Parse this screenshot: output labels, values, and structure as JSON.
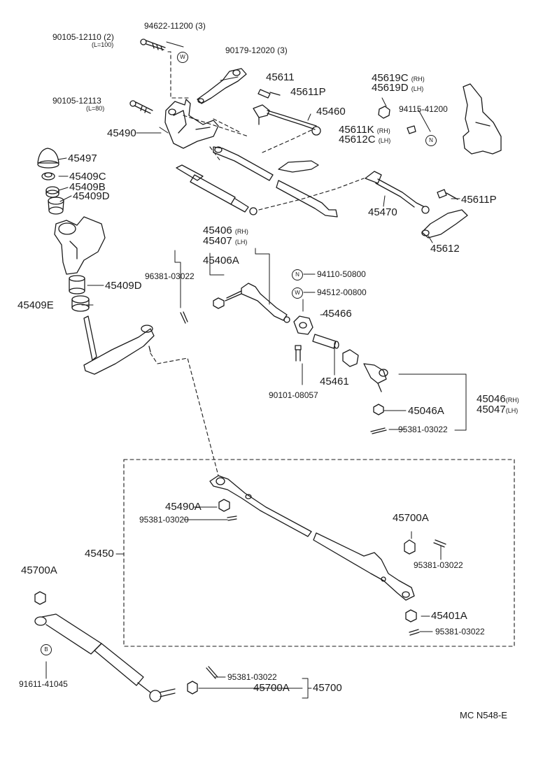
{
  "symbols": {
    "w": "W",
    "n": "N",
    "b": "B"
  },
  "parts": {
    "p90105_12110": {
      "num": "90105-12110 (2)",
      "sub": "(L=100)"
    },
    "p94622": "94622-11200 (3)",
    "p90179": "90179-12020 (3)",
    "p45611": "45611",
    "p45611P_a": "45611P",
    "p90105_12113": {
      "num": "90105-12113",
      "sub": "(L=80)"
    },
    "p45460": "45460",
    "p45619C": {
      "num": "45619C",
      "tag": "(RH)"
    },
    "p45619D": {
      "num": "45619D",
      "tag": "(LH)"
    },
    "p94115": "94115-41200",
    "p45611K": {
      "num": "45611K",
      "tag": "(RH)"
    },
    "p45612C": {
      "num": "45612C",
      "tag": "(LH)"
    },
    "p45490": "45490",
    "p45497": "45497",
    "p45409C": "45409C",
    "p45409B": "45409B",
    "p45409D_a": "45409D",
    "p45611P_b": "45611P",
    "p45470": "45470",
    "p45612": "45612",
    "p45406": {
      "num": "45406",
      "tag": "(RH)"
    },
    "p45407": {
      "num": "45407",
      "tag": "(LH)"
    },
    "p45406A": "45406A",
    "p96381": "96381-03022",
    "p45409D_b": "45409D",
    "p45409E": "45409E",
    "p94110": "94110-50800",
    "p94512": "94512-00800",
    "p45466": "45466",
    "p45461": "45461",
    "p90101": "90101-08057",
    "p45046": {
      "num": "45046",
      "tag": "(RH)"
    },
    "p45047": {
      "num": "45047",
      "tag": "(LH)"
    },
    "p45046A": "45046A",
    "p95381_a": "95381-03022",
    "p45490A": "45490A",
    "p95381_03020": "95381-03020",
    "p45700A_a": "45700A",
    "p45450": "45450",
    "p95381_b": "95381-03022",
    "p45700A_b": "45700A",
    "p45401A": "45401A",
    "p95381_c": "95381-03022",
    "p91611": "91611-41045",
    "p95381_d": "95381-03022",
    "p45700A_c": "45700A",
    "p45700": "45700"
  },
  "footer": {
    "code": "MC  N548-E"
  }
}
